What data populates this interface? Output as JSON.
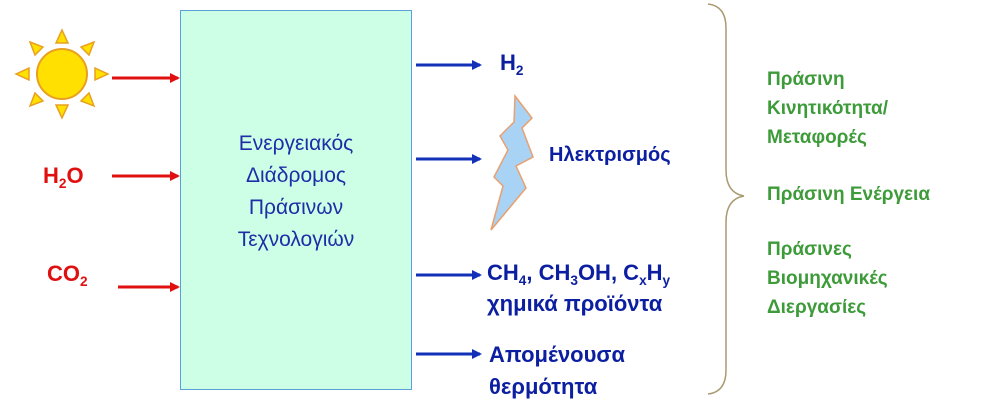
{
  "center_box": {
    "lines": [
      "Ενεργειακός",
      "Διάδρομος",
      "Πράσινων",
      "Τεχνολογιών"
    ]
  },
  "inputs": {
    "h2o": {
      "main": "H",
      "sub": "2",
      "rest": "O"
    },
    "co2": {
      "main": "CO",
      "sub": "2"
    }
  },
  "outputs": {
    "h2": {
      "main": "H",
      "sub": "2"
    },
    "electricity": "Ηλεκτρισμός",
    "chemicals": {
      "p1": "CH",
      "s1": "4",
      "p2": ", CH",
      "s2": "3",
      "p3": "OH, C",
      "s3": "x",
      "p4": "H",
      "s4": "y",
      "line2": "χημικά προϊόντα"
    },
    "heat": {
      "line1": "Απομένουσα",
      "line2": "θερμότητα"
    }
  },
  "benefits": {
    "group1": [
      "Πράσινη",
      "Κινητικότητα/",
      "Μεταφορές"
    ],
    "group2": [
      "Πράσινη Ενέργεια"
    ],
    "group3": [
      "Πράσινες",
      "Βιομηχανικές",
      "Διεργασίες"
    ]
  },
  "colors": {
    "input_arrow": "#e01010",
    "output_arrow": "#1230b8",
    "box_fill": "#ccffe5",
    "benefit_text": "#3e9b3a"
  }
}
